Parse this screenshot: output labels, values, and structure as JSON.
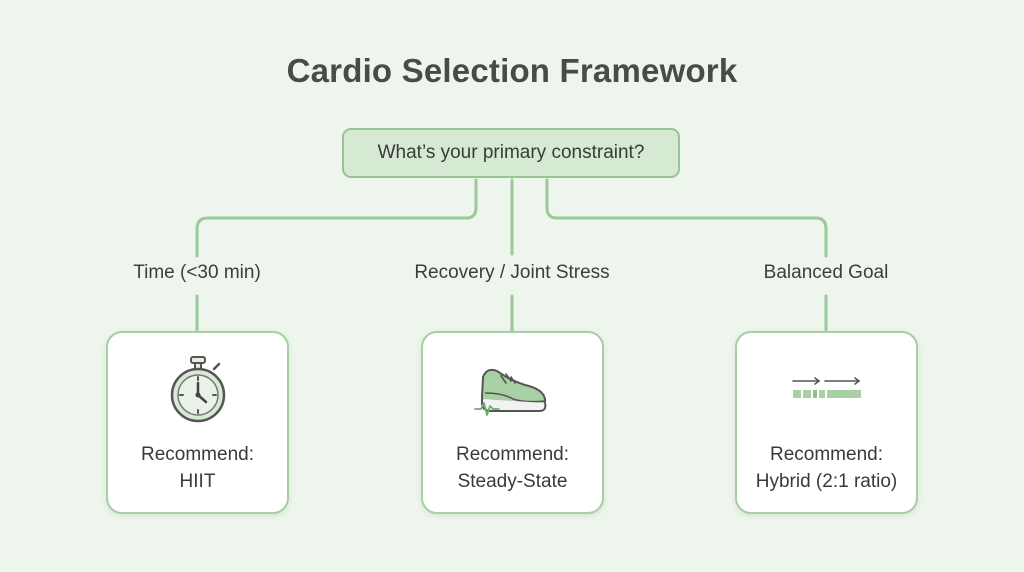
{
  "title": "Cardio Selection Framework",
  "root": {
    "question": "What’s your primary constraint?"
  },
  "branches": [
    {
      "label": "Time (<30 min)",
      "recommend_label": "Recommend:",
      "recommendation": "HIIT",
      "icon": "stopwatch-icon"
    },
    {
      "label": "Recovery / Joint Stress",
      "recommend_label": "Recommend:",
      "recommendation": "Steady-State",
      "icon": "running-shoe-icon"
    },
    {
      "label": "Balanced Goal",
      "recommend_label": "Recommend:",
      "recommendation": "Hybrid (2:1 ratio)",
      "icon": "interval-bars-icon"
    }
  ],
  "colors": {
    "background": "#eef5ec",
    "line": "#9dc99a",
    "root_fill": "#d6e9d3",
    "card_border": "#a6cfa3",
    "accent": "#8cbf89"
  }
}
